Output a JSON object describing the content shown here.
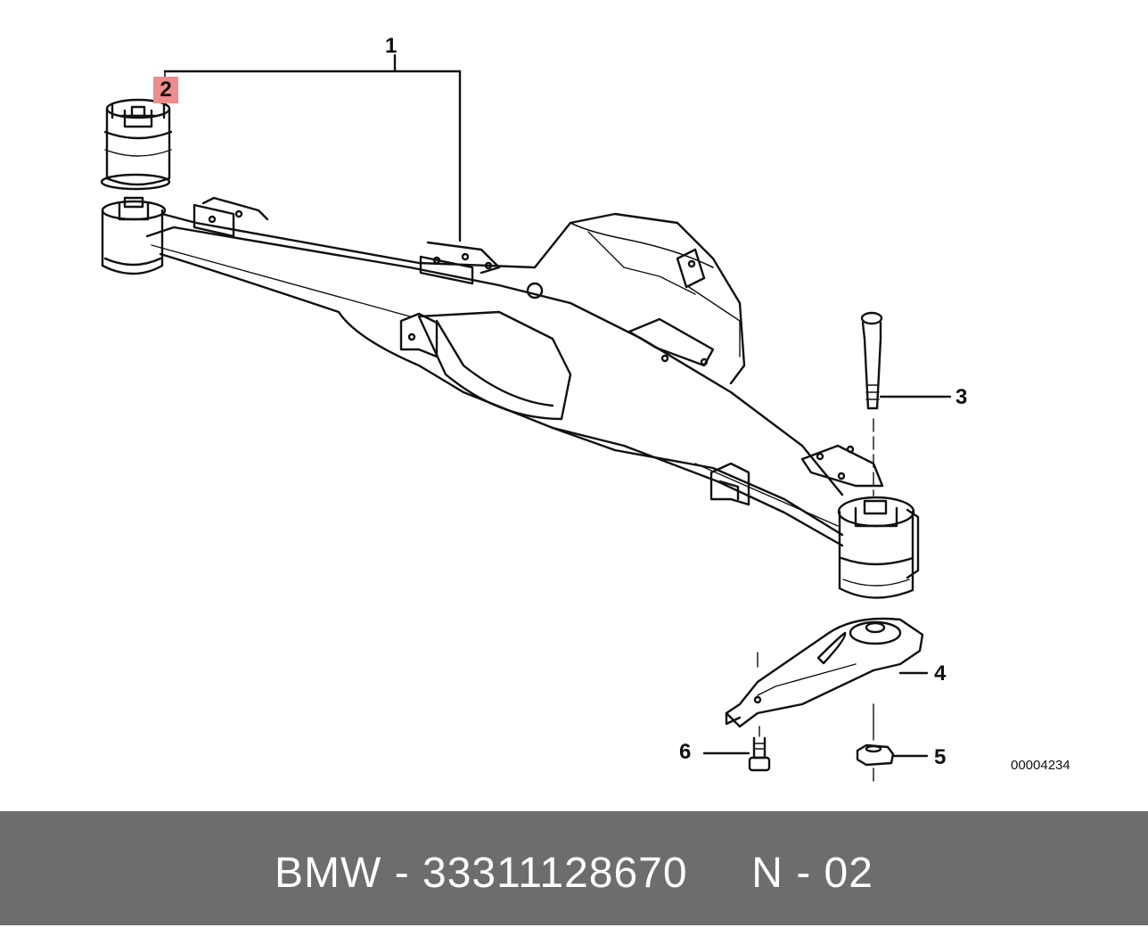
{
  "diagram": {
    "callouts": {
      "c1": "1",
      "c2": "2",
      "c3": "3",
      "c4": "4",
      "c5": "5",
      "c6": "6"
    },
    "highlight_color": "#f08c8c",
    "code": "00004234"
  },
  "footer": {
    "brand": "BMW",
    "separator": "-",
    "part_number": "33311128670",
    "position": "N - 02",
    "background_color": "#6d6d6d"
  }
}
